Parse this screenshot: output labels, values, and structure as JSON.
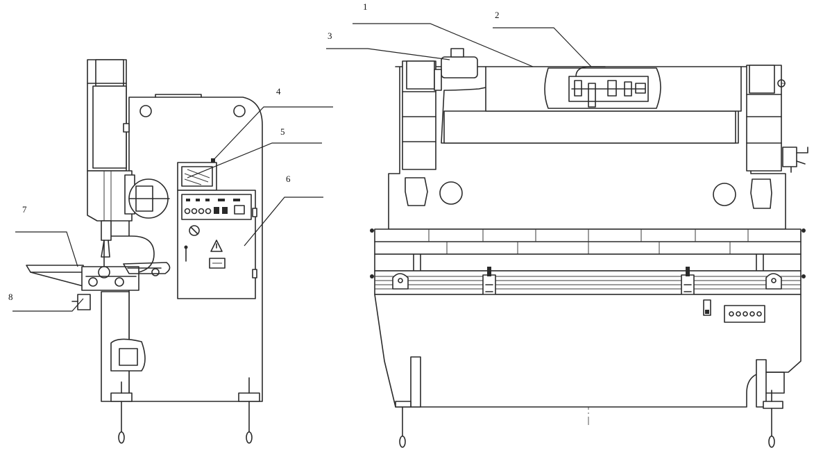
{
  "callouts": [
    {
      "id": "1",
      "label": "1"
    },
    {
      "id": "2",
      "label": "2"
    },
    {
      "id": "3",
      "label": "3"
    },
    {
      "id": "4",
      "label": "4"
    },
    {
      "id": "5",
      "label": "5"
    },
    {
      "id": "6",
      "label": "6"
    },
    {
      "id": "7",
      "label": "7"
    },
    {
      "id": "8",
      "label": "8"
    }
  ],
  "colors": {
    "line": "#2a2a2a",
    "background": "#ffffff"
  },
  "icons": [
    "warning-triangle-icon"
  ]
}
